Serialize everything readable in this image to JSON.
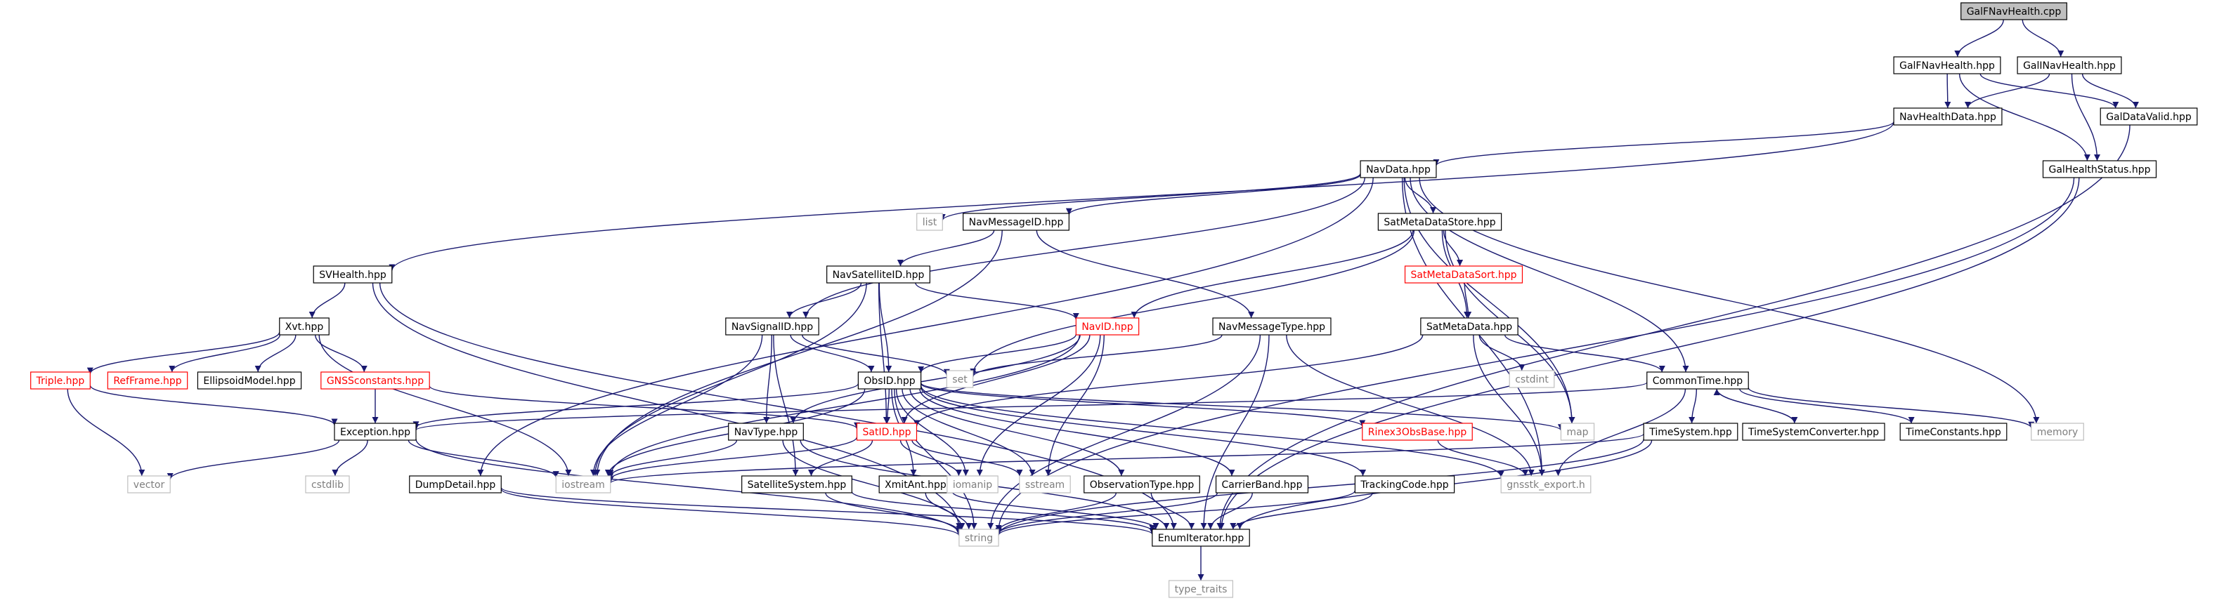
{
  "graph": {
    "edge_color": "#191970",
    "nodes": [
      {
        "id": "galfnavhealth_cpp",
        "label": "GalFNavHealth.cpp",
        "style": "root"
      },
      {
        "id": "galfnavhealth_hpp",
        "label": "GalFNavHealth.hpp",
        "style": "normal"
      },
      {
        "id": "galinavhealth_hpp",
        "label": "GalINavHealth.hpp",
        "style": "normal"
      },
      {
        "id": "navhealthdata_hpp",
        "label": "NavHealthData.hpp",
        "style": "normal"
      },
      {
        "id": "galdatavalid_hpp",
        "label": "GalDataValid.hpp",
        "style": "normal"
      },
      {
        "id": "navdata_hpp",
        "label": "NavData.hpp",
        "style": "normal"
      },
      {
        "id": "galhealthstatus_hpp",
        "label": "GalHealthStatus.hpp",
        "style": "normal"
      },
      {
        "id": "list",
        "label": "list",
        "style": "system"
      },
      {
        "id": "navmessageid_hpp",
        "label": "NavMessageID.hpp",
        "style": "normal"
      },
      {
        "id": "satmetadatastore_hpp",
        "label": "SatMetaDataStore.hpp",
        "style": "normal"
      },
      {
        "id": "svhealth_hpp",
        "label": "SVHealth.hpp",
        "style": "normal"
      },
      {
        "id": "navsatelliteid_hpp",
        "label": "NavSatelliteID.hpp",
        "style": "normal"
      },
      {
        "id": "satmetadatasort_hpp",
        "label": "SatMetaDataSort.hpp",
        "style": "red"
      },
      {
        "id": "xvt_hpp",
        "label": "Xvt.hpp",
        "style": "normal"
      },
      {
        "id": "navsignalid_hpp",
        "label": "NavSignalID.hpp",
        "style": "normal"
      },
      {
        "id": "navid_hpp",
        "label": "NavID.hpp",
        "style": "red"
      },
      {
        "id": "navmessagetype_hpp",
        "label": "NavMessageType.hpp",
        "style": "normal"
      },
      {
        "id": "satmetadata_hpp",
        "label": "SatMetaData.hpp",
        "style": "normal"
      },
      {
        "id": "triple_hpp",
        "label": "Triple.hpp",
        "style": "red"
      },
      {
        "id": "refframe_hpp",
        "label": "RefFrame.hpp",
        "style": "red"
      },
      {
        "id": "ellipsoidmodel_hpp",
        "label": "EllipsoidModel.hpp",
        "style": "normal"
      },
      {
        "id": "gnssconstants_hpp",
        "label": "GNSSconstants.hpp",
        "style": "red"
      },
      {
        "id": "set",
        "label": "set",
        "style": "system"
      },
      {
        "id": "cstdint",
        "label": "cstdint",
        "style": "system"
      },
      {
        "id": "obsid_hpp",
        "label": "ObsID.hpp",
        "style": "normal"
      },
      {
        "id": "commontime_hpp",
        "label": "CommonTime.hpp",
        "style": "normal"
      },
      {
        "id": "exception_hpp",
        "label": "Exception.hpp",
        "style": "normal"
      },
      {
        "id": "navtype_hpp",
        "label": "NavType.hpp",
        "style": "normal"
      },
      {
        "id": "satid_hpp",
        "label": "SatID.hpp",
        "style": "red"
      },
      {
        "id": "rinex3obsbase_hpp",
        "label": "Rinex3ObsBase.hpp",
        "style": "red"
      },
      {
        "id": "map",
        "label": "map",
        "style": "system"
      },
      {
        "id": "timesystemconverter_hpp",
        "label": "TimeSystemConverter.hpp",
        "style": "normal"
      },
      {
        "id": "timeconstants_hpp",
        "label": "TimeConstants.hpp",
        "style": "normal"
      },
      {
        "id": "memory",
        "label": "memory",
        "style": "system"
      },
      {
        "id": "timesystem_hpp",
        "label": "TimeSystem.hpp",
        "style": "normal"
      },
      {
        "id": "vector",
        "label": "vector",
        "style": "system"
      },
      {
        "id": "cstdlib",
        "label": "cstdlib",
        "style": "system"
      },
      {
        "id": "iostream",
        "label": "iostream",
        "style": "system"
      },
      {
        "id": "dumpdetail_hpp",
        "label": "DumpDetail.hpp",
        "style": "normal"
      },
      {
        "id": "satellitesystem_hpp",
        "label": "SatelliteSystem.hpp",
        "style": "normal"
      },
      {
        "id": "xmitant_hpp",
        "label": "XmitAnt.hpp",
        "style": "normal"
      },
      {
        "id": "iomanip",
        "label": "iomanip",
        "style": "system"
      },
      {
        "id": "sstream",
        "label": "sstream",
        "style": "system"
      },
      {
        "id": "observationtype_hpp",
        "label": "ObservationType.hpp",
        "style": "normal"
      },
      {
        "id": "carrierband_hpp",
        "label": "CarrierBand.hpp",
        "style": "normal"
      },
      {
        "id": "trackingcode_hpp",
        "label": "TrackingCode.hpp",
        "style": "normal"
      },
      {
        "id": "gnsstk_export_h",
        "label": "gnsstk_export.h",
        "style": "system"
      },
      {
        "id": "string",
        "label": "string",
        "style": "system"
      },
      {
        "id": "enumiterator_hpp",
        "label": "EnumIterator.hpp",
        "style": "normal"
      },
      {
        "id": "type_traits",
        "label": "type_traits",
        "style": "system"
      }
    ],
    "edges": [
      [
        "galfnavhealth_cpp",
        "galfnavhealth_hpp"
      ],
      [
        "galfnavhealth_cpp",
        "galinavhealth_hpp"
      ],
      [
        "galfnavhealth_hpp",
        "navhealthdata_hpp"
      ],
      [
        "galfnavhealth_hpp",
        "galhealthstatus_hpp"
      ],
      [
        "galfnavhealth_hpp",
        "galdatavalid_hpp"
      ],
      [
        "galinavhealth_hpp",
        "navhealthdata_hpp"
      ],
      [
        "galinavhealth_hpp",
        "galhealthstatus_hpp"
      ],
      [
        "galinavhealth_hpp",
        "galdatavalid_hpp"
      ],
      [
        "navhealthdata_hpp",
        "navdata_hpp"
      ],
      [
        "navhealthdata_hpp",
        "svhealth_hpp"
      ],
      [
        "galdatavalid_hpp",
        "enumiterator_hpp"
      ],
      [
        "galhealthstatus_hpp",
        "enumiterator_hpp"
      ],
      [
        "galhealthstatus_hpp",
        "string"
      ],
      [
        "navdata_hpp",
        "list"
      ],
      [
        "navdata_hpp",
        "navmessageid_hpp"
      ],
      [
        "navdata_hpp",
        "satmetadatastore_hpp"
      ],
      [
        "navdata_hpp",
        "navsignalid_hpp"
      ],
      [
        "navdata_hpp",
        "commontime_hpp"
      ],
      [
        "navdata_hpp",
        "map"
      ],
      [
        "navdata_hpp",
        "memory"
      ],
      [
        "navdata_hpp",
        "dumpdetail_hpp"
      ],
      [
        "navdata_hpp",
        "gnsstk_export_h"
      ],
      [
        "navmessageid_hpp",
        "navsatelliteid_hpp"
      ],
      [
        "navmessageid_hpp",
        "navmessagetype_hpp"
      ],
      [
        "navmessageid_hpp",
        "iostream"
      ],
      [
        "satmetadatastore_hpp",
        "satmetadatasort_hpp"
      ],
      [
        "satmetadatastore_hpp",
        "satmetadata_hpp"
      ],
      [
        "satmetadatastore_hpp",
        "navid_hpp"
      ],
      [
        "satmetadatastore_hpp",
        "set"
      ],
      [
        "satmetadatastore_hpp",
        "map"
      ],
      [
        "satmetadatasort_hpp",
        "satmetadata_hpp"
      ],
      [
        "satmetadata_hpp",
        "cstdint"
      ],
      [
        "satmetadata_hpp",
        "commontime_hpp"
      ],
      [
        "satmetadata_hpp",
        "satid_hpp"
      ],
      [
        "satmetadata_hpp",
        "gnsstk_export_h"
      ],
      [
        "svhealth_hpp",
        "xvt_hpp"
      ],
      [
        "svhealth_hpp",
        "string"
      ],
      [
        "svhealth_hpp",
        "enumiterator_hpp"
      ],
      [
        "xvt_hpp",
        "triple_hpp"
      ],
      [
        "xvt_hpp",
        "refframe_hpp"
      ],
      [
        "xvt_hpp",
        "ellipsoidmodel_hpp"
      ],
      [
        "xvt_hpp",
        "gnssconstants_hpp"
      ],
      [
        "xvt_hpp",
        "iostream"
      ],
      [
        "triple_hpp",
        "exception_hpp"
      ],
      [
        "triple_hpp",
        "vector"
      ],
      [
        "gnssconstants_hpp",
        "exception_hpp"
      ],
      [
        "gnssconstants_hpp",
        "satid_hpp"
      ],
      [
        "navsatelliteid_hpp",
        "navsignalid_hpp"
      ],
      [
        "navsatelliteid_hpp",
        "navid_hpp"
      ],
      [
        "navsatelliteid_hpp",
        "obsid_hpp"
      ],
      [
        "navsatelliteid_hpp",
        "satid_hpp"
      ],
      [
        "navsatelliteid_hpp",
        "iostream"
      ],
      [
        "navsignalid_hpp",
        "obsid_hpp"
      ],
      [
        "navsignalid_hpp",
        "navtype_hpp"
      ],
      [
        "navsignalid_hpp",
        "satellitesystem_hpp"
      ],
      [
        "navsignalid_hpp",
        "set"
      ],
      [
        "navsignalid_hpp",
        "iostream"
      ],
      [
        "navid_hpp",
        "obsid_hpp"
      ],
      [
        "navid_hpp",
        "navtype_hpp"
      ],
      [
        "navid_hpp",
        "satid_hpp"
      ],
      [
        "navid_hpp",
        "iostream"
      ],
      [
        "navid_hpp",
        "iomanip"
      ],
      [
        "navid_hpp",
        "sstream"
      ],
      [
        "navmessagetype_hpp",
        "set"
      ],
      [
        "navmessagetype_hpp",
        "string"
      ],
      [
        "navmessagetype_hpp",
        "enumiterator_hpp"
      ],
      [
        "navmessagetype_hpp",
        "gnsstk_export_h"
      ],
      [
        "obsid_hpp",
        "exception_hpp"
      ],
      [
        "obsid_hpp",
        "satid_hpp"
      ],
      [
        "obsid_hpp",
        "rinex3obsbase_hpp"
      ],
      [
        "obsid_hpp",
        "observationtype_hpp"
      ],
      [
        "obsid_hpp",
        "carrierband_hpp"
      ],
      [
        "obsid_hpp",
        "trackingcode_hpp"
      ],
      [
        "obsid_hpp",
        "xmitant_hpp"
      ],
      [
        "obsid_hpp",
        "iostream"
      ],
      [
        "obsid_hpp",
        "iomanip"
      ],
      [
        "obsid_hpp",
        "sstream"
      ],
      [
        "obsid_hpp",
        "map"
      ],
      [
        "obsid_hpp",
        "string"
      ],
      [
        "obsid_hpp",
        "gnsstk_export_h"
      ],
      [
        "commontime_hpp",
        "exception_hpp"
      ],
      [
        "commontime_hpp",
        "timesystem_hpp"
      ],
      [
        "commontime_hpp",
        "timesystemconverter_hpp"
      ],
      [
        "commontime_hpp",
        "timeconstants_hpp"
      ],
      [
        "commontime_hpp",
        "memory"
      ],
      [
        "commontime_hpp",
        "gnsstk_export_h"
      ],
      [
        "timesystemconverter_hpp",
        "commontime_hpp"
      ],
      [
        "timesystem_hpp",
        "iostream"
      ],
      [
        "timesystem_hpp",
        "string"
      ],
      [
        "timesystem_hpp",
        "enumiterator_hpp"
      ],
      [
        "exception_hpp",
        "cstdlib"
      ],
      [
        "exception_hpp",
        "iostream"
      ],
      [
        "exception_hpp",
        "vector"
      ],
      [
        "exception_hpp",
        "string"
      ],
      [
        "navtype_hpp",
        "iostream"
      ],
      [
        "navtype_hpp",
        "string"
      ],
      [
        "navtype_hpp",
        "enumiterator_hpp"
      ],
      [
        "satid_hpp",
        "iostream"
      ],
      [
        "satid_hpp",
        "iomanip"
      ],
      [
        "satid_hpp",
        "sstream"
      ],
      [
        "satid_hpp",
        "satellitesystem_hpp"
      ],
      [
        "rinex3obsbase_hpp",
        "gnsstk_export_h"
      ],
      [
        "dumpdetail_hpp",
        "string"
      ],
      [
        "dumpdetail_hpp",
        "enumiterator_hpp"
      ],
      [
        "satellitesystem_hpp",
        "string"
      ],
      [
        "satellitesystem_hpp",
        "enumiterator_hpp"
      ],
      [
        "xmitant_hpp",
        "string"
      ],
      [
        "xmitant_hpp",
        "enumiterator_hpp"
      ],
      [
        "observationtype_hpp",
        "string"
      ],
      [
        "observationtype_hpp",
        "enumiterator_hpp"
      ],
      [
        "carrierband_hpp",
        "string"
      ],
      [
        "carrierband_hpp",
        "enumiterator_hpp"
      ],
      [
        "trackingcode_hpp",
        "string"
      ],
      [
        "trackingcode_hpp",
        "enumiterator_hpp"
      ],
      [
        "enumiterator_hpp",
        "type_traits"
      ]
    ]
  }
}
